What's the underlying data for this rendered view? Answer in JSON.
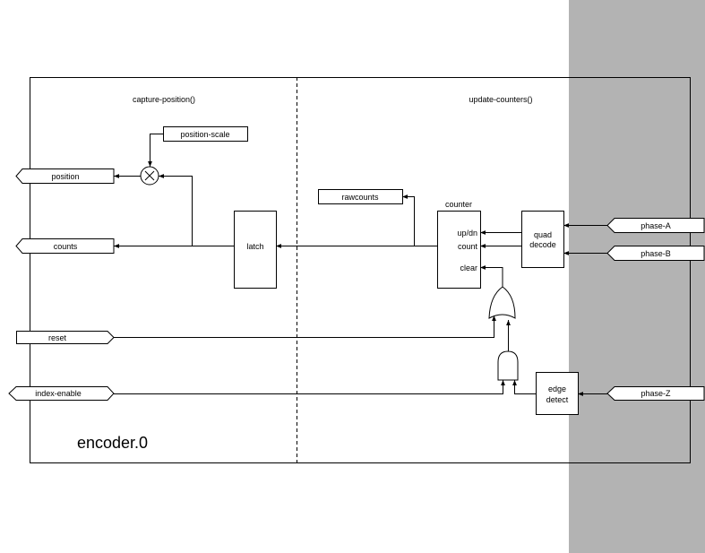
{
  "component": "encoder.0",
  "functions": {
    "left": "capture-position()",
    "right": "update-counters()"
  },
  "pins": {
    "position": "position",
    "counts": "counts",
    "reset": "reset",
    "index_enable": "index-enable",
    "phase_a": "phase-A",
    "phase_b": "phase-B",
    "phase_z": "phase-Z"
  },
  "params": {
    "position_scale": "position-scale",
    "rawcounts": "rawcounts"
  },
  "blocks": {
    "latch": "latch",
    "counter_title": "counter",
    "counter_updn": "up/dn",
    "counter_count": "count",
    "counter_clear": "clear",
    "quad_line1": "quad",
    "quad_line2": "decode",
    "edge_line1": "edge",
    "edge_line2": "detect"
  },
  "colors": {
    "sidebar": "#b3b3b3",
    "line": "#000000",
    "background": "#ffffff"
  }
}
